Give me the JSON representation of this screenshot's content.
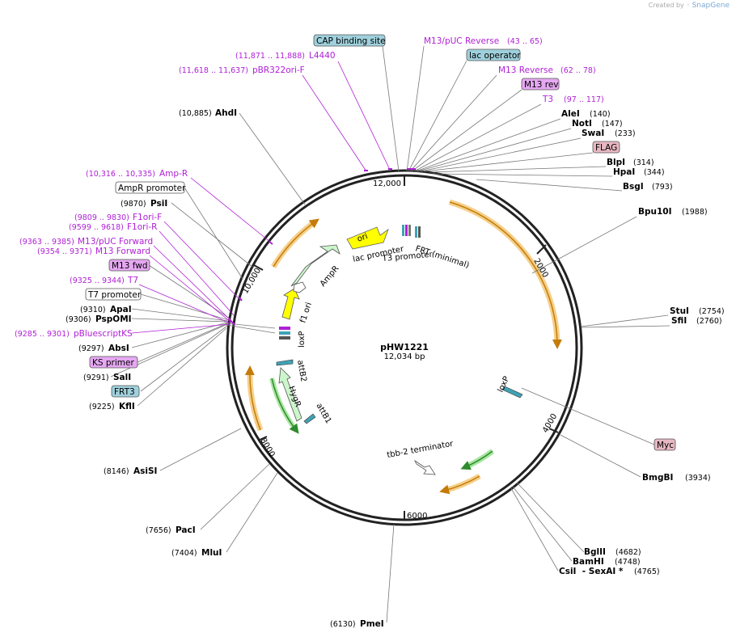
{
  "credit": {
    "created_by": "Created by",
    "brand": "SnapGene"
  },
  "plasmid": {
    "name": "pHW1221",
    "size": "12,034 bp",
    "length": 12034
  },
  "ticks": [
    "2000",
    "4000",
    "6000",
    "8000",
    "10,000",
    "12,000"
  ],
  "enzymes": [
    {
      "name": "AleI",
      "pos": "(140)",
      "side": "right"
    },
    {
      "name": "NotI",
      "pos": "(147)",
      "side": "right"
    },
    {
      "name": "SwaI",
      "pos": "(233)",
      "side": "right"
    },
    {
      "name": "BlpI",
      "pos": "(314)",
      "side": "right"
    },
    {
      "name": "HpaI",
      "pos": "(344)",
      "side": "right"
    },
    {
      "name": "BsgI",
      "pos": "(793)",
      "side": "right"
    },
    {
      "name": "Bpu10I",
      "pos": "(1988)",
      "side": "right"
    },
    {
      "name": "StuI",
      "pos": "(2754)",
      "side": "right"
    },
    {
      "name": "SfiI",
      "pos": "(2760)",
      "side": "right"
    },
    {
      "name": "BmgBI",
      "pos": "(3934)",
      "side": "right"
    },
    {
      "name": "BglII",
      "pos": "(4682)",
      "side": "right"
    },
    {
      "name": "BamHI",
      "pos": "(4748)",
      "side": "right"
    },
    {
      "name": "CsiI  - SexAI *",
      "pos": "(4765)",
      "side": "right"
    },
    {
      "name": "PmeI",
      "pos": "(6130)",
      "side": "left"
    },
    {
      "name": "MluI",
      "pos": "(7404)",
      "side": "left"
    },
    {
      "name": "PacI",
      "pos": "(7656)",
      "side": "left"
    },
    {
      "name": "AsiSI",
      "pos": "(8146)",
      "side": "left"
    },
    {
      "name": "KflI",
      "pos": "(9225)",
      "side": "left"
    },
    {
      "name": "SalI",
      "pos": "(9291)",
      "side": "left"
    },
    {
      "name": "AbsI",
      "pos": "(9297)",
      "side": "left"
    },
    {
      "name": "PspOMI",
      "pos": "(9306)",
      "side": "left"
    },
    {
      "name": "ApaI",
      "pos": "(9310)",
      "side": "left"
    },
    {
      "name": "PsiI",
      "pos": "(9870)",
      "side": "left"
    },
    {
      "name": "AhdI",
      "pos": "(10,885)",
      "side": "left"
    }
  ],
  "primers": [
    {
      "name": "M13/pUC Reverse",
      "pos": "(43 .. 65)",
      "side": "right"
    },
    {
      "name": "M13 Reverse",
      "pos": "(62 .. 78)",
      "side": "right"
    },
    {
      "name": "T3",
      "pos": "(97 .. 117)",
      "side": "right"
    },
    {
      "name": "L4440",
      "pos": "(11,871 .. 11,888)",
      "side": "left"
    },
    {
      "name": "pBR322ori-F",
      "pos": "(11,618 .. 11,637)",
      "side": "left"
    },
    {
      "name": "Amp-R",
      "pos": "(10,316 .. 10,335)",
      "side": "left"
    },
    {
      "name": "F1ori-F",
      "pos": "(9809 .. 9830)",
      "side": "left"
    },
    {
      "name": "F1ori-R",
      "pos": "(9599 .. 9618)",
      "side": "left"
    },
    {
      "name": "M13/pUC Forward",
      "pos": "(9363 .. 9385)",
      "side": "left"
    },
    {
      "name": "M13 Forward",
      "pos": "(9354 .. 9371)",
      "side": "left"
    },
    {
      "name": "T7",
      "pos": "(9325 .. 9344)",
      "side": "left"
    },
    {
      "name": "pBluescriptKS",
      "pos": "(9285 .. 9301)",
      "side": "left"
    }
  ],
  "boxed_features": [
    {
      "label": "CAP binding site",
      "color": "#9fd0dc"
    },
    {
      "label": "lac operator",
      "color": "#9fd0dc"
    },
    {
      "label": "M13 rev",
      "color": "#e6a8f2"
    },
    {
      "label": "FLAG",
      "color": "#e7b7c2"
    },
    {
      "label": "Myc",
      "color": "#e7b7c2"
    },
    {
      "label": "AmpR promoter",
      "color": "#ffffff"
    },
    {
      "label": "M13 fwd",
      "color": "#e6a8f2"
    },
    {
      "label": "T7 promoter",
      "color": "#ffffff"
    },
    {
      "label": "KS primer",
      "color": "#e6a8f2"
    },
    {
      "label": "FRT3",
      "color": "#9fd0dc"
    }
  ],
  "inner_features": [
    {
      "label": "ori",
      "kind": "ori",
      "color": "#ffff00"
    },
    {
      "label": "AmpR",
      "kind": "cds",
      "color": "#ccf5cc"
    },
    {
      "label": "f1 ori",
      "kind": "ori",
      "color": "#ffff00"
    },
    {
      "label": "lac promoter",
      "kind": "promoter",
      "color": "#ffffff"
    },
    {
      "label": "FRT (minimal)",
      "kind": "site",
      "color": "#ffffff"
    },
    {
      "label": "T3 promoter",
      "kind": "promoter",
      "color": "#ffffff"
    },
    {
      "label": "loxP",
      "kind": "site",
      "color": "#3fa3b5"
    },
    {
      "label": "loxP",
      "kind": "site",
      "color": "#3fa3b5"
    },
    {
      "label": "attB2",
      "kind": "site",
      "color": "#3fa3b5"
    },
    {
      "label": "HygR",
      "kind": "cds",
      "color": "#ccf5cc"
    },
    {
      "label": "attB1",
      "kind": "site",
      "color": "#3fa3b5"
    },
    {
      "label": "tbb-2 terminator",
      "kind": "terminator",
      "color": "#ffffff"
    }
  ],
  "colors": {
    "backbone": "#222222",
    "primer": "#b01fd6",
    "orf_fill": "#f5d08a",
    "orf_line": "#c47b0a",
    "green_orf": "#7ad37a",
    "leader": "#777777"
  }
}
